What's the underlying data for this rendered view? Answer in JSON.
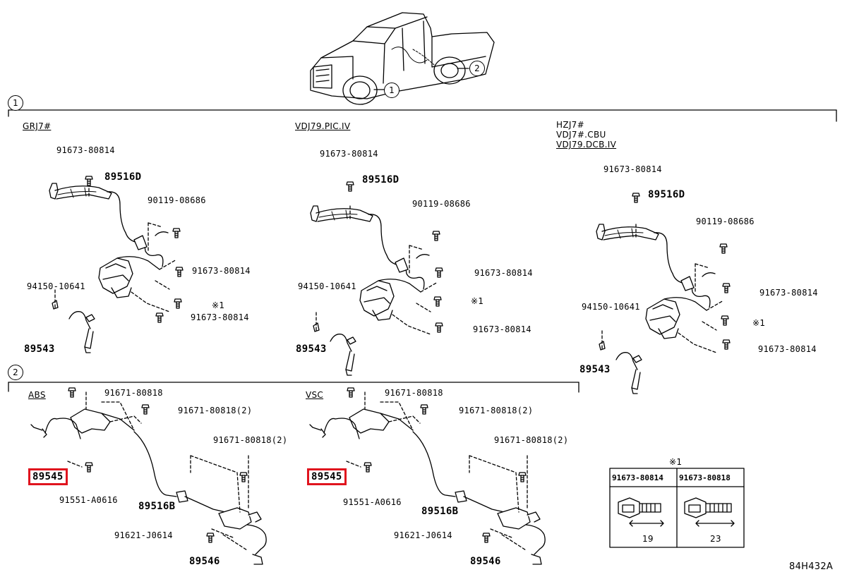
{
  "top_markers": {
    "one": "1",
    "two": "2"
  },
  "section1": {
    "marker": "1",
    "col1": {
      "variant": "GRJ7#",
      "p_bolt_top": "91673-80814",
      "p_harness": "89516D",
      "p_bolt_right": "90119-08686",
      "p_bolt_mid": "91673-80814",
      "p_mark": "※1",
      "p_bolt_low": "91673-80814",
      "p_clip": "94150-10641",
      "p_sensor": "89543"
    },
    "col2": {
      "variant": "VDJ79.PIC.IV",
      "p_bolt_top": "91673-80814",
      "p_harness": "89516D",
      "p_bolt_right": "90119-08686",
      "p_bolt_mid": "91673-80814",
      "p_mark": "※1",
      "p_bolt_low": "91673-80814",
      "p_clip": "94150-10641",
      "p_sensor": "89543"
    },
    "col3": {
      "variant1": "HZJ7#",
      "variant2": "VDJ7#.CBU",
      "variant3": "VDJ79.DCB.IV",
      "p_bolt_top": "91673-80814",
      "p_harness": "89516D",
      "p_bolt_right": "90119-08686",
      "p_bolt_mid": "91673-80814",
      "p_mark": "※1",
      "p_bolt_low": "91673-80814",
      "p_clip": "94150-10641",
      "p_sensor": "89543"
    }
  },
  "section2": {
    "marker": "2",
    "abs": {
      "variant": "ABS",
      "p_bolt_top": "91671-80818",
      "p_bolt_2a": "91671-80818(2)",
      "p_sensor": "89545",
      "p_bolt_small": "91551-A0616",
      "p_bolt_2b": "91671-80818(2)",
      "p_harness": "89516B",
      "p_bolt_bottom": "91621-J0614",
      "p_sensor_rear": "89546"
    },
    "vsc": {
      "variant": "VSC",
      "p_bolt_top": "91671-80818",
      "p_bolt_2a": "91671-80818(2)",
      "p_sensor": "89545",
      "p_bolt_small": "91551-A0616",
      "p_bolt_2b": "91671-80818(2)",
      "p_harness": "89516B",
      "p_bolt_bottom": "91621-J0614",
      "p_sensor_rear": "89546"
    }
  },
  "legend": {
    "mark": "※1",
    "col1_part": "91673-80814",
    "col2_part": "91673-80818",
    "col1_len": "19",
    "col2_len": "23"
  },
  "diagram_id": "84H432A",
  "colors": {
    "highlight": "#e0141e",
    "ink": "#000000"
  }
}
